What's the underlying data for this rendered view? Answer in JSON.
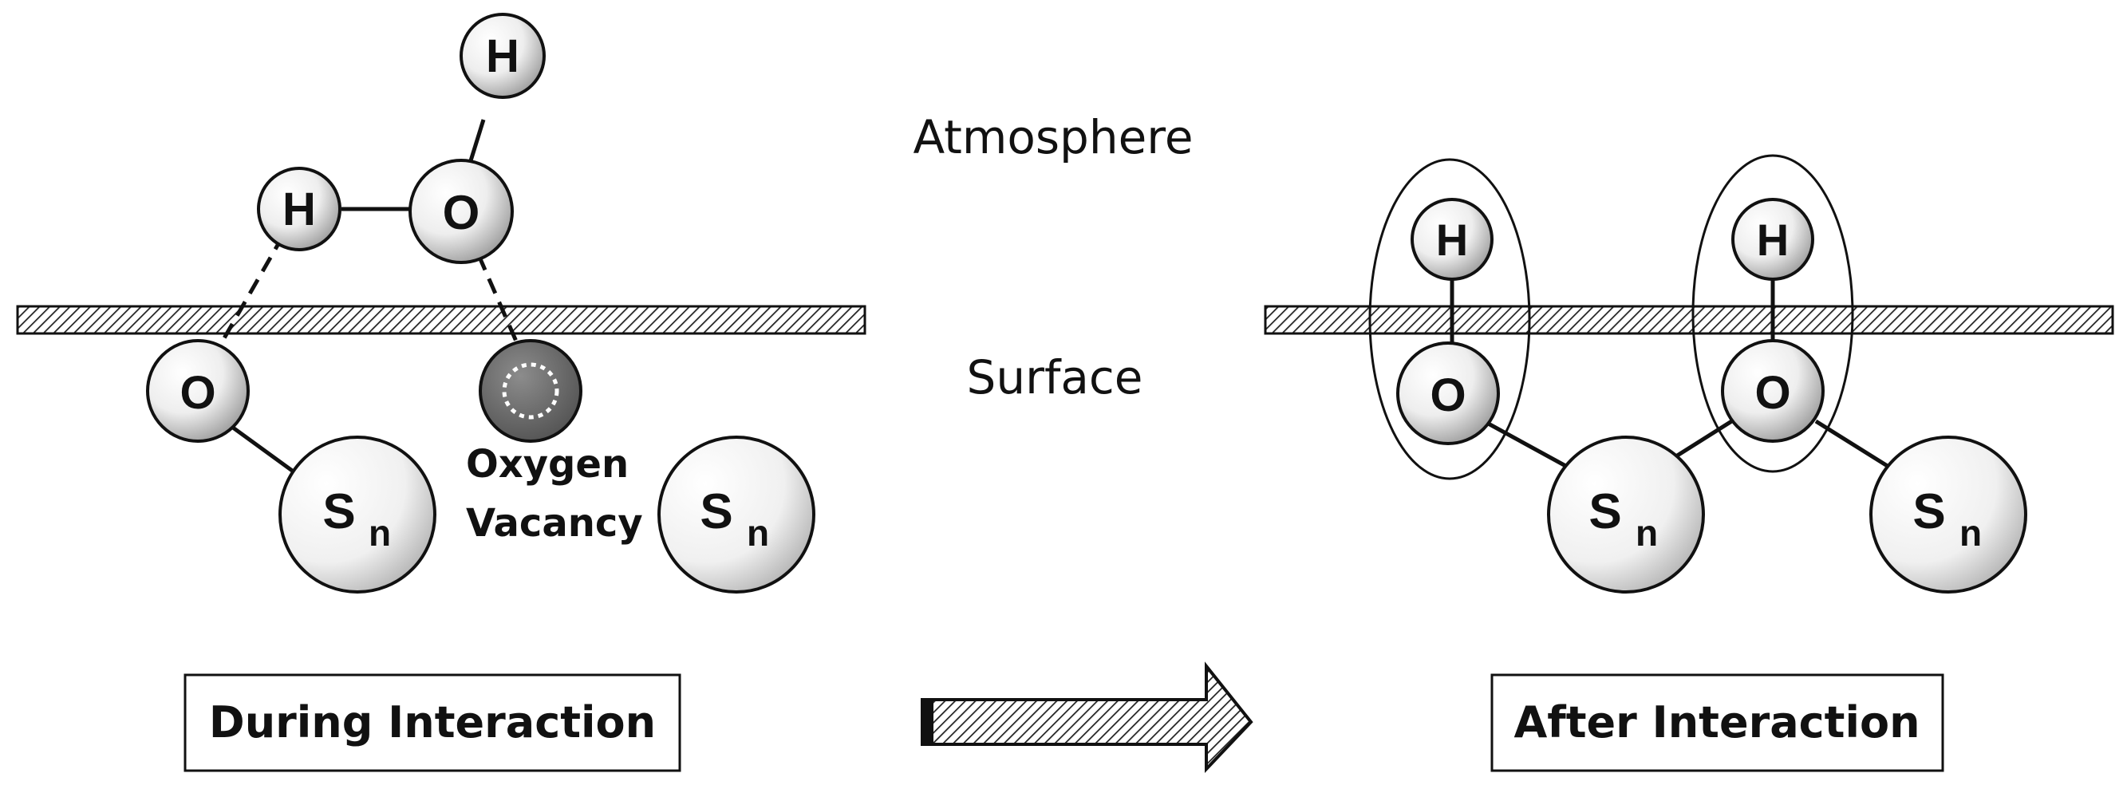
{
  "regions": {
    "atmosphere": "Atmosphere",
    "surface": "Surface"
  },
  "atoms": {
    "hydrogen": "H",
    "oxygen": "O",
    "tin_base": "S",
    "tin_sub": "n"
  },
  "vacancy_label": {
    "line1": "Oxygen",
    "line2": "Vacancy"
  },
  "panels": {
    "during": "During Interaction",
    "after": "After Interaction"
  }
}
